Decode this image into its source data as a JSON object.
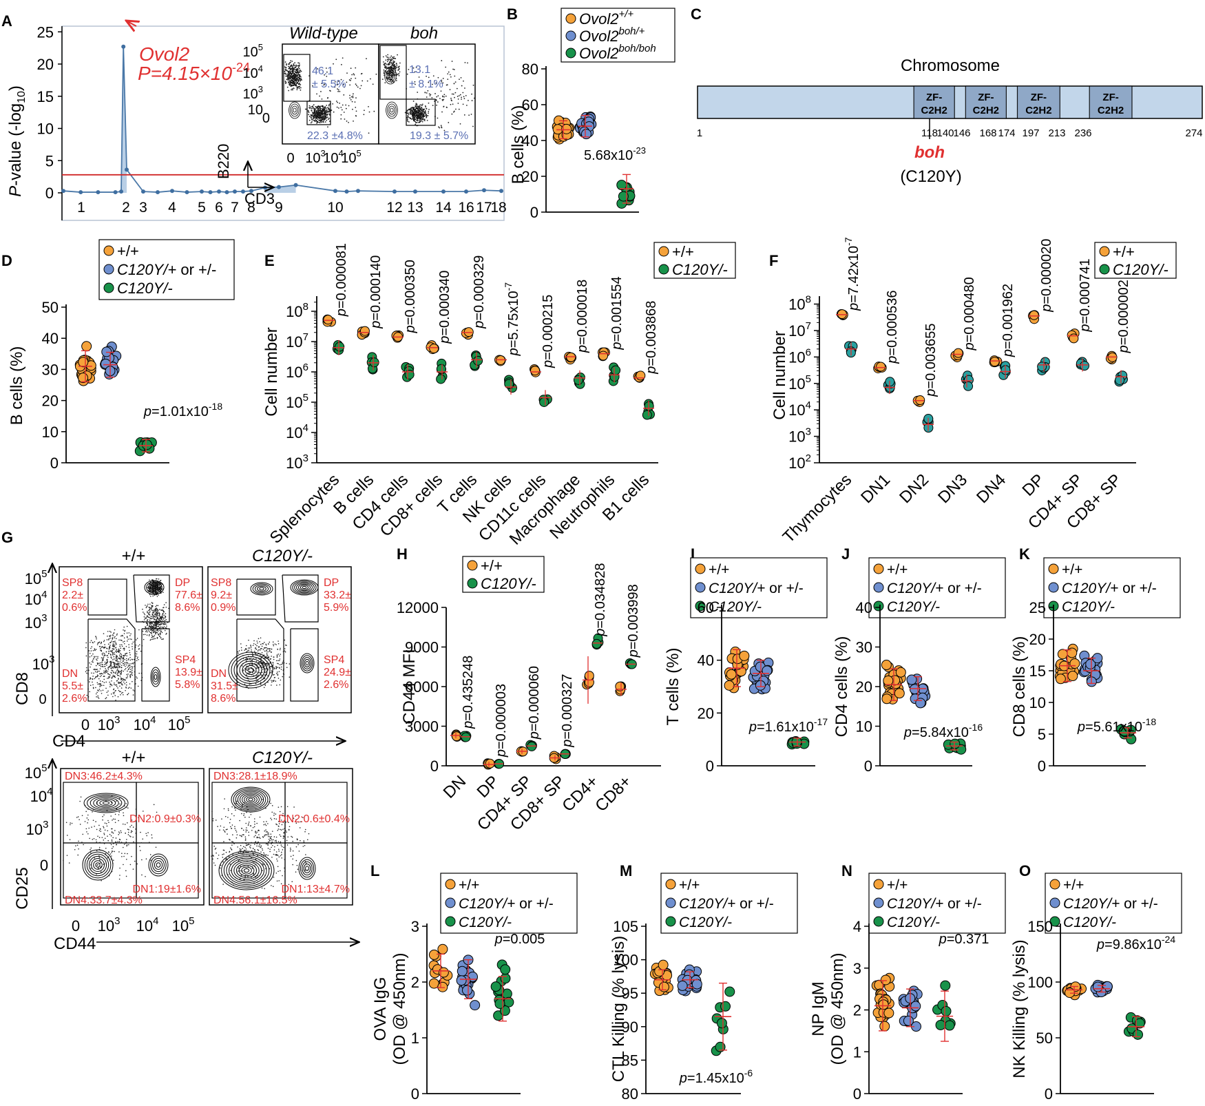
{
  "colors": {
    "orange": "#f5a23a",
    "blue": "#6f8fcf",
    "green": "#18924a",
    "red": "#e03030",
    "navy": "#5a6fb3"
  },
  "panels": {
    "A": {
      "label": "A",
      "ylabel_prefix": "P",
      "ylabel_rest": "-value (-log",
      "ylabel_sub": "10",
      "ylabel_close": ")",
      "yticks": [
        "0",
        "5",
        "10",
        "15",
        "20",
        "25"
      ],
      "xticks": [
        "1",
        "2",
        "3",
        "4",
        "5",
        "6",
        "7",
        "8",
        "9",
        "10",
        "12",
        "13",
        "14",
        "16",
        "17",
        "18"
      ],
      "gene": "Ovol2",
      "pvalue": "P=4.15×10",
      "pvalue_exp": "-24",
      "inset": {
        "title_wt": "Wild-type",
        "title_boh": "boh",
        "ylabel": "B220",
        "xlabel": "CD3",
        "yticks": [
          "10",
          "10",
          "10",
          "10",
          "0"
        ],
        "yexps": [
          "5",
          "4",
          "3",
          "",
          ""
        ],
        "xticks": [
          "0",
          "10",
          "10",
          "10"
        ],
        "xexps": [
          "",
          "3",
          "4",
          "5"
        ],
        "wt_b": "46.1",
        "wt_b_sd": "± 5.5%",
        "wt_t": "22.3 ±4.8%",
        "boh_b": "13.1",
        "boh_b_sd": "± 8.1%",
        "boh_t": "19.3 ± 5.7%"
      }
    },
    "B": {
      "label": "B",
      "ylabel": "B cells (%)",
      "yticks": [
        "0",
        "20",
        "40",
        "60",
        "80"
      ],
      "legend": [
        {
          "base": "Ovol2",
          "sup": "+/+"
        },
        {
          "base": "Ovol2",
          "sup": "boh/+"
        },
        {
          "base": "Ovol2",
          "sup": "boh/boh"
        }
      ],
      "pvalue": "5.68x10",
      "pvalue_exp": "-23"
    },
    "C": {
      "label": "C",
      "title": "Chromosome",
      "domain_label": [
        "ZF-",
        "C2H2"
      ],
      "positions": [
        "1",
        "118",
        "140",
        "146",
        "168",
        "174",
        "197",
        "213",
        "236",
        "274"
      ],
      "mutation": "boh",
      "mutation_detail": "(C120Y)"
    },
    "D": {
      "label": "D",
      "ylabel": "B cells (%)",
      "yticks": [
        "0",
        "10",
        "20",
        "30",
        "40",
        "50"
      ],
      "legend": [
        "+/+",
        "C120Y/+ or +/-",
        "C120Y/-"
      ],
      "pvalue": "p=1.01x10",
      "pvalue_exp": "-18"
    },
    "E": {
      "label": "E",
      "ylabel": "Cell number",
      "legend": [
        "+/+",
        "C120Y/-"
      ],
      "yticks": [
        "3",
        "4",
        "5",
        "6",
        "7",
        "8"
      ],
      "categories": [
        "Splenocytes",
        "B cells",
        "CD4 cells",
        "CD8+ cells",
        "T cells",
        "NK cells",
        "CD11c cells",
        "Macrophage",
        "Neutrophils",
        "B1 cells"
      ],
      "pvalues": [
        "p=0.000081",
        "p=0.000140",
        "p=0.000350",
        "p=0.000340",
        "p=0.000329",
        "p=5.75x10",
        "p=0.000215",
        "p=0.000018",
        "p=0.001554",
        "p=0.003868"
      ],
      "pvalue_exp6": "-7"
    },
    "F": {
      "label": "F",
      "ylabel": "Cell number",
      "legend": [
        "+/+",
        "C120Y/-"
      ],
      "yticks": [
        "2",
        "3",
        "4",
        "5",
        "6",
        "7",
        "8"
      ],
      "categories": [
        "Thymocytes",
        "DN1",
        "DN2",
        "DN3",
        "DN4",
        "DP",
        "CD4+ SP",
        "CD8+ SP"
      ],
      "pvalues": [
        "p=7.42x10",
        "p=0.000536",
        "p=0.003655",
        "p=0.000480",
        "p=0.001962",
        "p=0.000020",
        "p=0.000741",
        "p=0.000002"
      ],
      "pvalue_exp1": "-7"
    },
    "G": {
      "label": "G",
      "top_wt": "+/+",
      "top_mut": "C120Y/-",
      "top_ylabel": "CD8",
      "top_xlabel": "CD4",
      "wt_gates": {
        "sp8": [
          "SP8",
          "2.2±",
          "0.6%"
        ],
        "dp": [
          "DP",
          "77.6±",
          "8.6%"
        ],
        "dn": [
          "DN",
          "5.5±",
          "2.6%"
        ],
        "sp4": [
          "SP4",
          "13.9±",
          "5.8%"
        ]
      },
      "mut_gates": {
        "sp8": [
          "SP8",
          "9.2±",
          "0.9%"
        ],
        "dp": [
          "DP",
          "33.2±",
          "5.9%"
        ],
        "dn": [
          "DN",
          "31.5±",
          "8.6%"
        ],
        "sp4": [
          "SP4",
          "24.9±",
          "2.6%"
        ]
      },
      "bottom_wt": "+/+",
      "bottom_mut": "C120Y/-",
      "bottom_ylabel": "CD25",
      "bottom_xlabel": "CD44",
      "wt_dn": {
        "dn3": "DN3:46.2±4.3%",
        "dn2": "DN2:0.9±0.3%",
        "dn1": "DN1:19±1.6%",
        "dn4": "DN4:33.7±4.3%"
      },
      "mut_dn": {
        "dn3": "DN3:28.1±18.9%",
        "dn2": "DN2:0.6±0.4%",
        "dn1": "DN1:13±4.7%",
        "dn4": "DN4:56.1±16.5%"
      },
      "tick_ten": "10",
      "tick_zero": "0",
      "exps": [
        "3",
        "4",
        "5"
      ]
    },
    "H": {
      "label": "H",
      "ylabel": "CD44 MFI",
      "legend": [
        "+/+",
        "C120Y/-"
      ],
      "yticks": [
        "0",
        "3000",
        "6000",
        "9000",
        "12000"
      ],
      "categories": [
        "DN",
        "DP",
        "CD4+ SP",
        "CD8+ SP",
        "CD4+",
        "CD8+"
      ],
      "pvalues": [
        "p=0.435248",
        "p=0.000003",
        "p=0.000060",
        "p=0.000327",
        "p=0.034828",
        "p=0.003998"
      ]
    },
    "I": {
      "label": "I",
      "ylabel": "T cells (%)",
      "yticks": [
        "0",
        "20",
        "40",
        "60"
      ],
      "legend": [
        "+/+",
        "C120Y/+ or +/-",
        "C120Y/-"
      ],
      "pvalue": "p=1.61x10",
      "pvalue_exp": "-17"
    },
    "J": {
      "label": "J",
      "ylabel": "CD4 cells (%)",
      "yticks": [
        "0",
        "10",
        "20",
        "30",
        "40"
      ],
      "legend": [
        "+/+",
        "C120Y/+ or +/-",
        "C120Y/-"
      ],
      "pvalue": "p=5.84x10",
      "pvalue_exp": "-16"
    },
    "K": {
      "label": "K",
      "ylabel": "CD8 cells (%)",
      "yticks": [
        "0",
        "5",
        "10",
        "15",
        "20",
        "25"
      ],
      "legend": [
        "+/+",
        "C120Y/+ or +/-",
        "C120Y/-"
      ],
      "pvalue": "p=5.61x10",
      "pvalue_exp": "-18"
    },
    "L": {
      "label": "L",
      "ylabel": "OVA IgG",
      "ylabel2": "(OD @ 450nm)",
      "yticks": [
        "0",
        "1",
        "2",
        "3"
      ],
      "legend": [
        "+/+",
        "C120Y/+ or +/-",
        "C120Y/-"
      ],
      "pvalue": "p=0.005"
    },
    "M": {
      "label": "M",
      "ylabel": "CTL Killing (% lysis)",
      "yticks": [
        "80",
        "85",
        "90",
        "95",
        "100",
        "105"
      ],
      "legend": [
        "+/+",
        "C120Y/+ or +/-",
        "C120Y/-"
      ],
      "pvalue": "p=1.45x10",
      "pvalue_exp": "-6"
    },
    "N": {
      "label": "N",
      "ylabel": "NP IgM",
      "ylabel2": "(OD @ 450nm)",
      "yticks": [
        "0",
        "1",
        "2",
        "3",
        "4"
      ],
      "legend": [
        "+/+",
        "C120Y/+ or +/-",
        "C120Y/-"
      ],
      "pvalue": "p=0.371"
    },
    "O": {
      "label": "O",
      "ylabel": "NK Killing (% lysis)",
      "yticks": [
        "0",
        "50",
        "100",
        "150"
      ],
      "legend": [
        "+/+",
        "C120Y/+ or +/-",
        "C120Y/-"
      ],
      "pvalue": "p=9.86x10",
      "pvalue_exp": "-24"
    }
  },
  "chart_data": [
    {
      "panel": "A",
      "type": "line",
      "ylim": [
        0,
        25
      ],
      "series": [
        {
          "values": [
            [
              1,
              0.3
            ],
            [
              1.3,
              0.1
            ],
            [
              1.6,
              0.1
            ],
            [
              1.9,
              0.1
            ],
            [
              2.0,
              0.2
            ],
            [
              2.1,
              22.7
            ],
            [
              2.25,
              3.6
            ],
            [
              3,
              0.2
            ],
            [
              3.5,
              0.1
            ],
            [
              4,
              0.3
            ],
            [
              4.5,
              0.1
            ],
            [
              5,
              0.2
            ],
            [
              5.5,
              0.1
            ],
            [
              6,
              0.2
            ],
            [
              6.5,
              0.1
            ],
            [
              7,
              0.2
            ],
            [
              7.5,
              0.2
            ],
            [
              8,
              0.3
            ],
            [
              8.5,
              0.8
            ],
            [
              9,
              0.9
            ],
            [
              9.3,
              1.2
            ],
            [
              10,
              0.3
            ],
            [
              10.5,
              0.2
            ],
            [
              11,
              0.3
            ],
            [
              12,
              0.2
            ],
            [
              13,
              0.2
            ],
            [
              14,
              0.2
            ],
            [
              16,
              0.2
            ],
            [
              17,
              0.4
            ],
            [
              18,
              0.3
            ]
          ]
        }
      ],
      "threshold": 2.8
    },
    {
      "panel": "B",
      "type": "scatter",
      "ylim": [
        0,
        80
      ],
      "groups": [
        {
          "mean": 46,
          "sd": 5
        },
        {
          "mean": 48,
          "sd": 6
        },
        {
          "mean": 13,
          "sd": 8
        }
      ]
    },
    {
      "panel": "D",
      "type": "scatter",
      "ylim": [
        0,
        50
      ],
      "groups": [
        {
          "mean": 31,
          "sd": 5
        },
        {
          "mean": 31.5,
          "sd": 4
        },
        {
          "mean": 5.5,
          "sd": 2
        }
      ]
    },
    {
      "panel": "E",
      "type": "scatter",
      "yscale": "log",
      "ylim": [
        3,
        8.5
      ],
      "categories": [
        "Splenocytes",
        "B cells",
        "CD4 cells",
        "CD8+ cells",
        "T cells",
        "NK cells",
        "CD11c cells",
        "Macrophage",
        "Neutrophils",
        "B1 cells"
      ],
      "wt_log": [
        7.7,
        7.3,
        7.15,
        6.8,
        7.3,
        6.4,
        6.0,
        6.5,
        6.6,
        5.8
      ],
      "mut_log": [
        6.8,
        6.3,
        6.0,
        6.0,
        6.4,
        5.5,
        5.15,
        5.8,
        5.9,
        4.8
      ]
    },
    {
      "panel": "F",
      "type": "scatter",
      "yscale": "log",
      "ylim": [
        2,
        8.3
      ],
      "categories": [
        "Thymocytes",
        "DN1",
        "DN2",
        "DN3",
        "DN4",
        "DP",
        "CD4+ SP",
        "CD8+ SP"
      ],
      "wt_log": [
        7.6,
        5.6,
        4.35,
        6.1,
        5.85,
        7.55,
        6.8,
        6.0
      ],
      "mut_log": [
        6.3,
        4.85,
        3.45,
        5.1,
        5.45,
        5.7,
        5.7,
        5.25
      ]
    },
    {
      "panel": "H",
      "type": "scatter",
      "ylim": [
        0,
        12000
      ],
      "categories": [
        "DN",
        "DP",
        "CD4+ SP",
        "CD8+ SP",
        "CD4+",
        "CD8+"
      ],
      "wt": [
        2300,
        100,
        1100,
        600,
        6500,
        5800
      ],
      "mut": [
        2200,
        150,
        1500,
        900,
        9300,
        7700
      ]
    },
    {
      "panel": "I",
      "type": "scatter",
      "ylim": [
        0,
        60
      ],
      "groups": [
        {
          "mean": 37,
          "sd": 7
        },
        {
          "mean": 35,
          "sd": 5
        },
        {
          "mean": 9,
          "sd": 1.5
        }
      ]
    },
    {
      "panel": "J",
      "type": "scatter",
      "ylim": [
        0,
        40
      ],
      "groups": [
        {
          "mean": 20.5,
          "sd": 4
        },
        {
          "mean": 19.5,
          "sd": 3
        },
        {
          "mean": 5,
          "sd": 1
        }
      ]
    },
    {
      "panel": "K",
      "type": "scatter",
      "ylim": [
        0,
        25
      ],
      "groups": [
        {
          "mean": 15.8,
          "sd": 2.5
        },
        {
          "mean": 15,
          "sd": 2
        },
        {
          "mean": 5.2,
          "sd": 0.8
        }
      ]
    },
    {
      "panel": "L",
      "type": "scatter",
      "ylim": [
        0,
        3
      ],
      "groups": [
        {
          "mean": 2.2,
          "sd": 0.3
        },
        {
          "mean": 2.05,
          "sd": 0.35
        },
        {
          "mean": 1.7,
          "sd": 0.4
        }
      ]
    },
    {
      "panel": "M",
      "type": "scatter",
      "ylim": [
        80,
        105
      ],
      "groups": [
        {
          "mean": 97,
          "sd": 1.5
        },
        {
          "mean": 97,
          "sd": 1.2
        },
        {
          "mean": 91.5,
          "sd": 5
        }
      ]
    },
    {
      "panel": "N",
      "type": "scatter",
      "ylim": [
        0,
        4
      ],
      "groups": [
        {
          "mean": 2.1,
          "sd": 0.6
        },
        {
          "mean": 2.05,
          "sd": 0.45
        },
        {
          "mean": 1.85,
          "sd": 0.6
        }
      ]
    },
    {
      "panel": "O",
      "type": "scatter",
      "ylim": [
        0,
        150
      ],
      "groups": [
        {
          "mean": 93,
          "sd": 3
        },
        {
          "mean": 94,
          "sd": 3
        },
        {
          "mean": 60,
          "sd": 9
        }
      ]
    }
  ]
}
